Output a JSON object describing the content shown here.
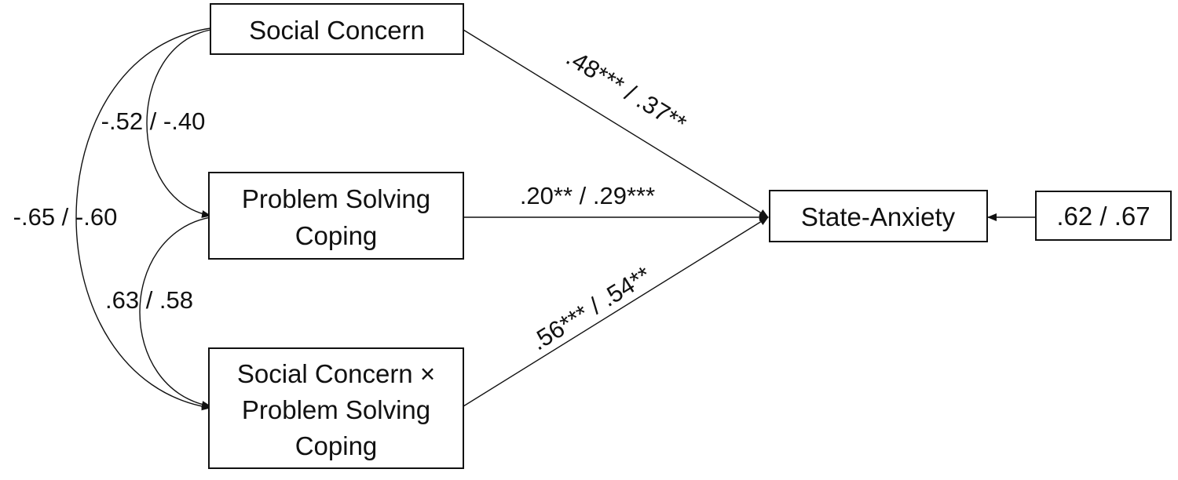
{
  "nodes": {
    "social_concern": {
      "lines": [
        "Social Concern"
      ]
    },
    "problem_solving": {
      "lines": [
        "Problem Solving",
        "Coping"
      ]
    },
    "interaction": {
      "lines": [
        "Social Concern ×",
        "Problem Solving",
        "Coping"
      ]
    },
    "state_anxiety": {
      "lines": [
        "State-Anxiety"
      ]
    },
    "residual": {
      "lines": [
        ".62 / .67"
      ]
    }
  },
  "paths": {
    "sc_to_sa": ".48*** / .37**",
    "ps_to_sa": ".20** / .29***",
    "int_to_sa": ".56*** / .54**"
  },
  "correlations": {
    "sc_ps": "-.52 / -.40",
    "ps_int": ".63 / .58",
    "sc_int": "-.65 / -.60"
  },
  "colors": {
    "line": "#111111",
    "box_fill": "#ffffff",
    "text": "#111111"
  }
}
